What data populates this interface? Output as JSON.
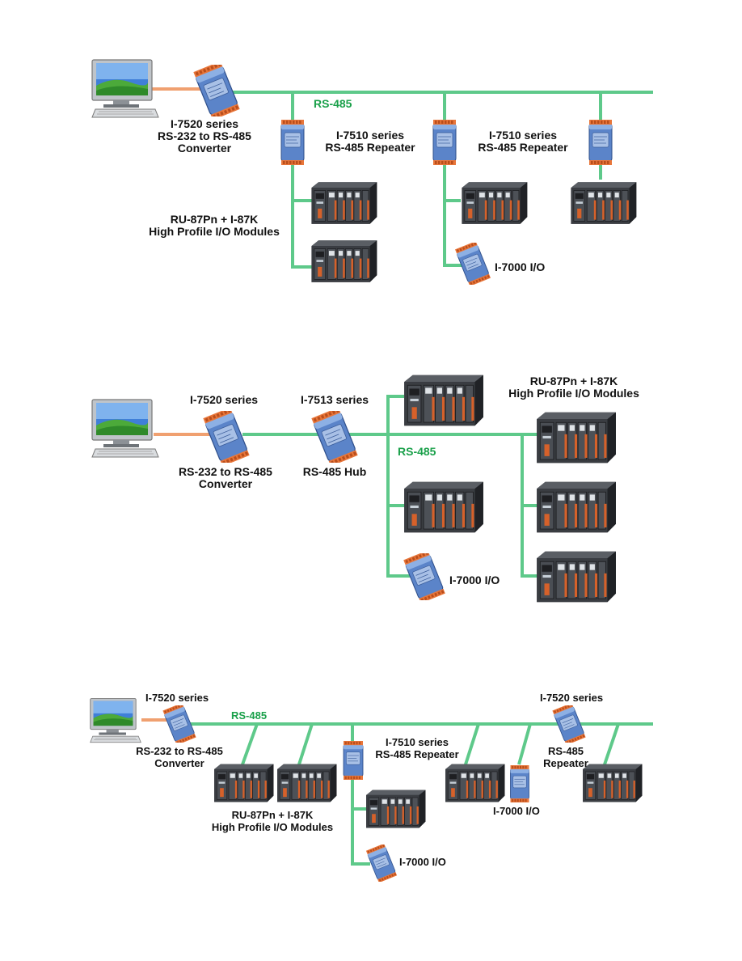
{
  "colors": {
    "bus_green": "#5ec98a",
    "bus_green_dark": "#2e9b5e",
    "serial_orange": "#f0a070",
    "module_blue": "#5b84c9",
    "rack_grey": "#3a3d42"
  },
  "diagram1": {
    "bus_label": "RS-485",
    "converter": {
      "line1": "I-7520 series",
      "line2": "RS-232 to RS-485",
      "line3": "Converter"
    },
    "repeater_a": {
      "line1": "I-7510 series",
      "line2": "RS-485 Repeater"
    },
    "repeater_b": {
      "line1": "I-7510 series",
      "line2": "RS-485 Repeater"
    },
    "io_modules": {
      "line1": "RU-87Pn + I-87K",
      "line2": "High Profile I/O Modules"
    },
    "io7000": "I-7000 I/O"
  },
  "diagram2": {
    "bus_label": "RS-485",
    "converter_top": "I-7520 series",
    "converter_bottom": {
      "line1": "RS-232 to RS-485",
      "line2": "Converter"
    },
    "hub_top": "I-7513 series",
    "hub_bottom": "RS-485 Hub",
    "io_modules": {
      "line1": "RU-87Pn + I-87K",
      "line2": "High Profile I/O Modules"
    },
    "io7000": "I-7000 I/O"
  },
  "diagram3": {
    "bus_label": "RS-485",
    "converter_top": "I-7520 series",
    "converter_bottom": {
      "line1": "RS-232 to RS-485",
      "line2": "Converter"
    },
    "repeater_mid": {
      "line1": "I-7510 series",
      "line2": "RS-485 Repeater"
    },
    "io_modules": {
      "line1": "RU-87Pn + I-87K",
      "line2": "High Profile I/O Modules"
    },
    "io7000_mid": "I-7000 I/O",
    "io7000_bottom": "I-7000 I/O",
    "repeater_right_top": "I-7520 series",
    "repeater_right_bottom": {
      "line1": "RS-485",
      "line2": "Repeater"
    }
  }
}
